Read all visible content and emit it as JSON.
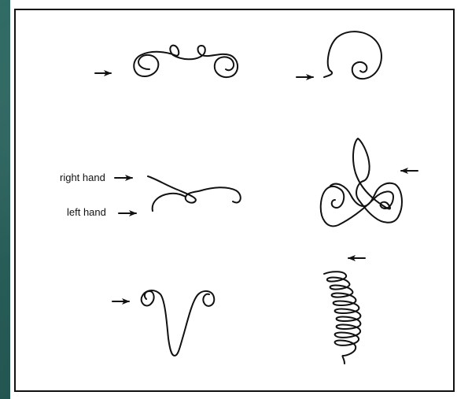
{
  "labels": {
    "right_hand": "right hand",
    "left_hand": "left hand"
  },
  "colors": {
    "background": "#2a5c58",
    "panel": "#ffffff",
    "ink": "#111111"
  },
  "figures": [
    "double-scroll-loops",
    "hooked-spiral",
    "two-hand-strokes",
    "bow-knot-spirals",
    "horns-v-shape",
    "coiled-spring"
  ],
  "arrows": [
    "arrow-double-scroll",
    "arrow-hooked-spiral",
    "arrow-right-hand",
    "arrow-left-hand",
    "arrow-bow-knot",
    "arrow-horns",
    "arrow-coil"
  ]
}
